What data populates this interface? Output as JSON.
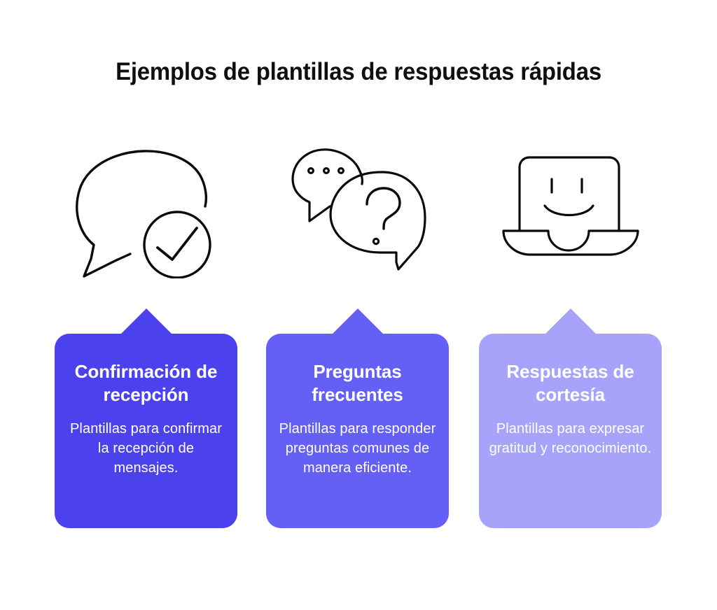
{
  "header": {
    "title": "Ejemplos de plantillas de respuestas rápidas"
  },
  "theme": {
    "background": "#ffffff",
    "title_color": "#0f0f12",
    "icon_stroke": "#0a0a0a",
    "card_text": "#ffffff"
  },
  "columns": [
    {
      "icon_name": "speech-bubble-check-icon",
      "card": {
        "heading": "Confirmación de recepción",
        "description": "Plantillas para confirmar la recepción de mensajes.",
        "color": "#4b42ee"
      }
    },
    {
      "icon_name": "two-speech-bubbles-question-icon",
      "card": {
        "heading": "Preguntas frecuentes",
        "description": "Plantillas para responder preguntas comunes de manera eficiente.",
        "color": "#6460f6"
      }
    },
    {
      "icon_name": "laptop-smiley-icon",
      "card": {
        "heading": "Respuestas de cortesía",
        "description": "Plantillas para expresar gratitud y reconocimiento.",
        "color": "#a7a3fa"
      }
    }
  ]
}
